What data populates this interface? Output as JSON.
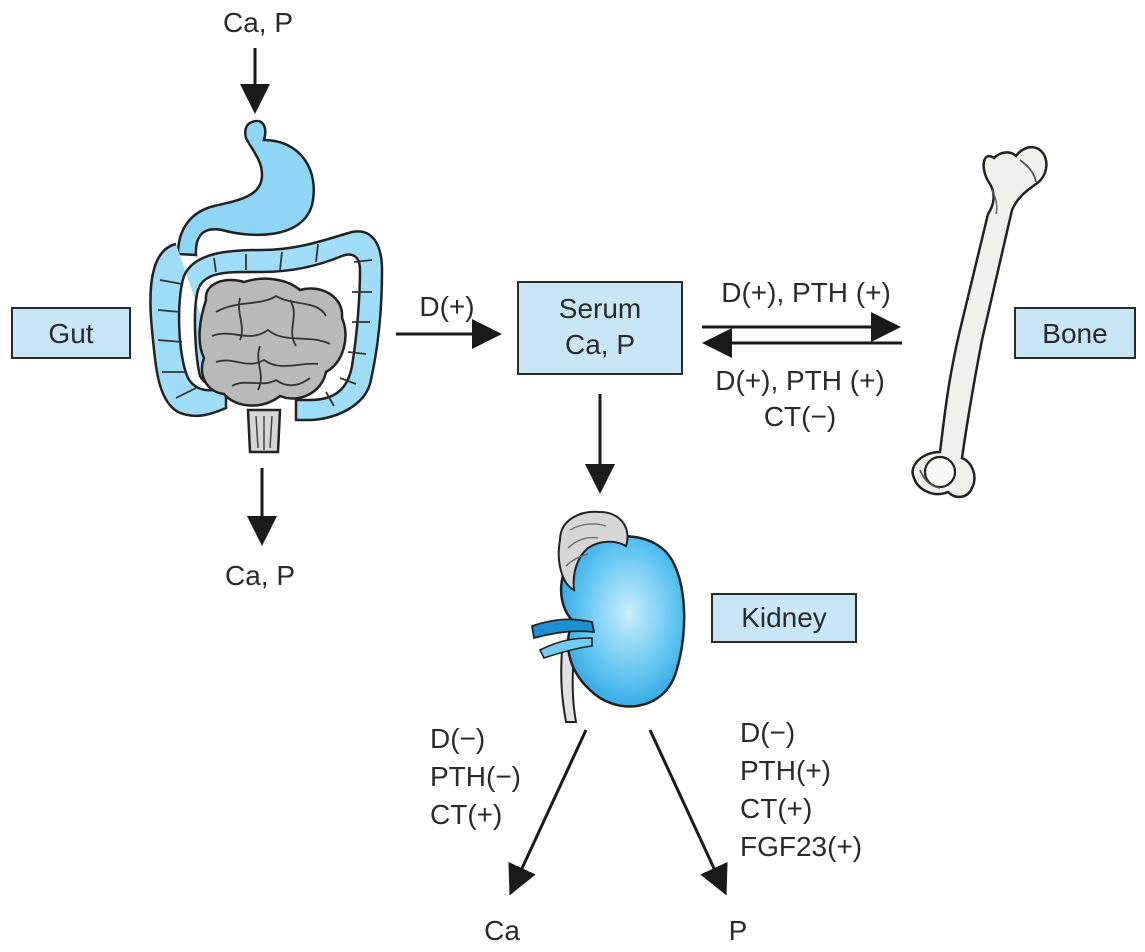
{
  "labels": {
    "gut_input": "Ca, P",
    "gut_output": "Ca, P",
    "gut_to_serum": "D(+)",
    "serum_to_bone": "D(+), PTH (+)",
    "bone_to_serum_line1": "D(+), PTH (+)",
    "bone_to_serum_line2": "CT(−)",
    "kidney_ca_effects": [
      "D(−)",
      "PTH(−)",
      "CT(+)"
    ],
    "kidney_p_effects": [
      "D(−)",
      "PTH(+)",
      "CT(+)",
      "FGF23(+)"
    ],
    "kidney_ca_output": "Ca",
    "kidney_p_output": "P"
  },
  "boxes": {
    "gut": "Gut",
    "serum_line1": "Serum",
    "serum_line2": "Ca, P",
    "bone": "Bone",
    "kidney": "Kidney"
  },
  "colors": {
    "box_fill": "#c8e6f6",
    "organ_blue": "#5fc3f0",
    "organ_blue_light": "#9fdcf7",
    "intestine_gray": "#b5b5b5",
    "bone_fill": "#efefec",
    "adrenal_gray": "#d4d4d4"
  },
  "icons": {
    "gut": "digestive-tract-icon",
    "bone": "femur-bone-icon",
    "kidney": "kidney-icon"
  }
}
